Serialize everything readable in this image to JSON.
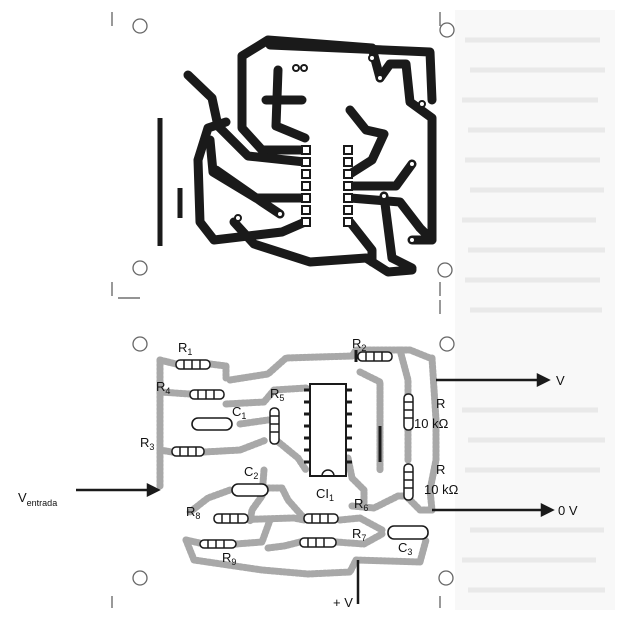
{
  "labels": {
    "r1": "R",
    "r1_sub": "1",
    "r2": "R",
    "r2_sub": "2",
    "r3": "R",
    "r3_sub": "3",
    "r4": "R",
    "r4_sub": "4",
    "r5": "R",
    "r5_sub": "5",
    "r6": "R",
    "r6_sub": "6",
    "r7": "R",
    "r7_sub": "7",
    "r8": "R",
    "r8_sub": "8",
    "r9": "R",
    "r9_sub": "9",
    "c1": "C",
    "c1_sub": "1",
    "c2": "C",
    "c2_sub": "2",
    "c3": "C",
    "c3_sub": "3",
    "ci1": "CI",
    "ci1_sub": "1",
    "r_top": "R",
    "r_top_value": "10 kΩ",
    "r_bottom": "R",
    "r_bottom_value": "10 kΩ",
    "v_label": "V",
    "zero_v_label": "0 V",
    "plus_v_label": "+ V",
    "vin": "V",
    "vin_sub": "entrada"
  },
  "colors": {
    "trace": "#1a1a1a",
    "component_trace": "#a8a8a8",
    "background_texture": "#e6e6e6"
  },
  "icons": [
    "mounting-hole-icon",
    "resistor-icon",
    "capacitor-icon",
    "ic-chip-icon",
    "arrow-icon"
  ]
}
